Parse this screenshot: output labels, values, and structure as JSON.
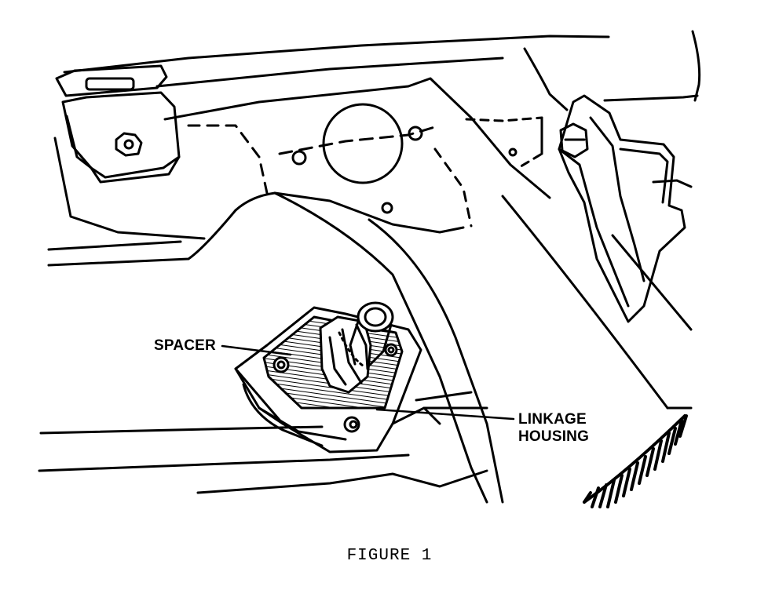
{
  "figure": {
    "caption": "FIGURE 1",
    "callouts": {
      "spacer": "SPACER",
      "linkage_housing_line1": "LINKAGE",
      "linkage_housing_line2": "HOUSING"
    }
  },
  "colors": {
    "ink": "#000000",
    "paper": "#ffffff"
  }
}
